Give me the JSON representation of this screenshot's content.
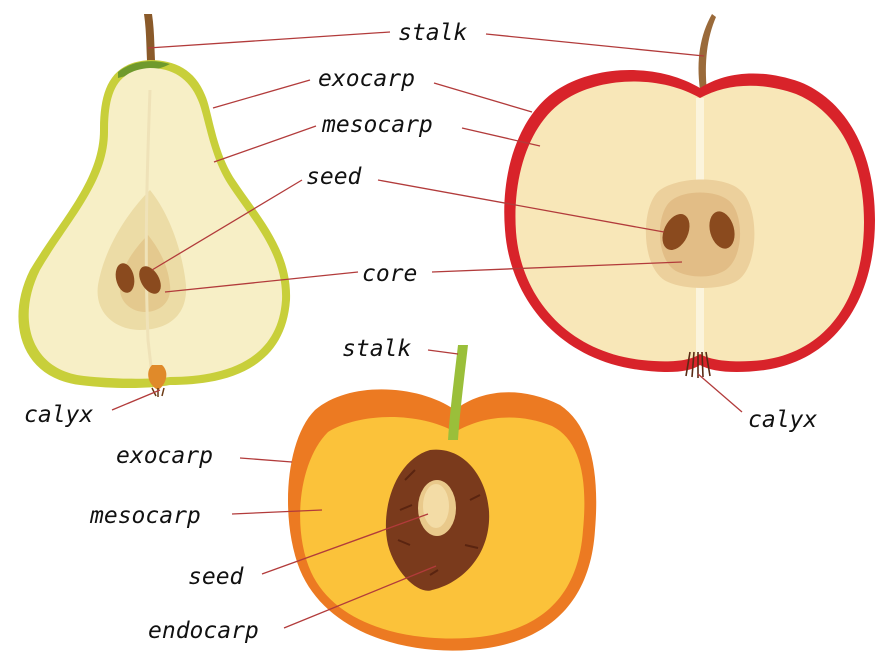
{
  "labels": {
    "stalk_top": "stalk",
    "exocarp_top": "exocarp",
    "mesocarp_top": "mesocarp",
    "seed_top": "seed",
    "core": "core",
    "calyx_pear": "calyx",
    "calyx_apple": "calyx",
    "stalk_peach": "stalk",
    "exocarp_peach": "exocarp",
    "mesocarp_peach": "mesocarp",
    "seed_peach": "seed",
    "endocarp_peach": "endocarp"
  },
  "colors": {
    "pear_skin": "#c8cf3a",
    "pear_flesh": "#f7efc6",
    "apple_skin": "#d8232a",
    "apple_flesh": "#f8e7b8",
    "peach_skin": "#ec7a22",
    "peach_flesh": "#fbc23a",
    "peach_stone": "#7a3a1c",
    "seed": "#8a4a1e",
    "leader_line": "#b23b3b"
  }
}
